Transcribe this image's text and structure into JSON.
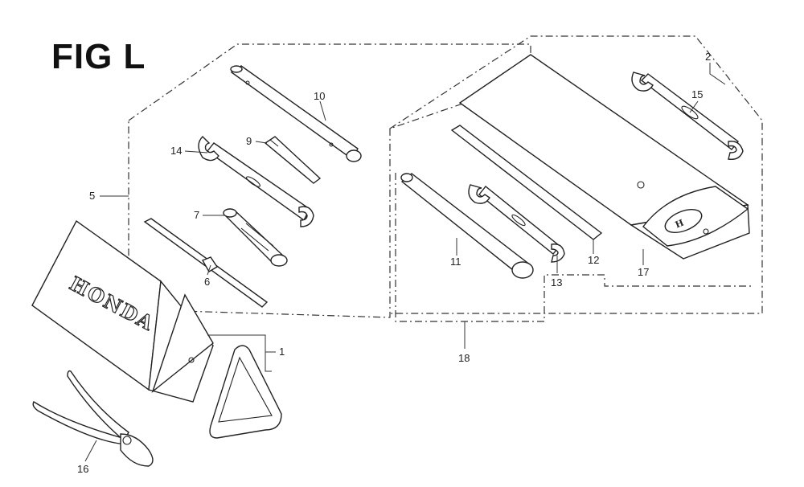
{
  "figure": {
    "title": "FIG L"
  },
  "brand_text": "HONDA",
  "parts": [
    {
      "id": "p1",
      "number": "1"
    },
    {
      "id": "p2",
      "number": "2"
    },
    {
      "id": "p5",
      "number": "5"
    },
    {
      "id": "p6",
      "number": "6"
    },
    {
      "id": "p7",
      "number": "7"
    },
    {
      "id": "p9",
      "number": "9"
    },
    {
      "id": "p10",
      "number": "10"
    },
    {
      "id": "p11",
      "number": "11"
    },
    {
      "id": "p12",
      "number": "12"
    },
    {
      "id": "p13",
      "number": "13"
    },
    {
      "id": "p14",
      "number": "14"
    },
    {
      "id": "p15",
      "number": "15"
    },
    {
      "id": "p16",
      "number": "16"
    },
    {
      "id": "p17",
      "number": "17"
    },
    {
      "id": "p18",
      "number": "18"
    }
  ]
}
